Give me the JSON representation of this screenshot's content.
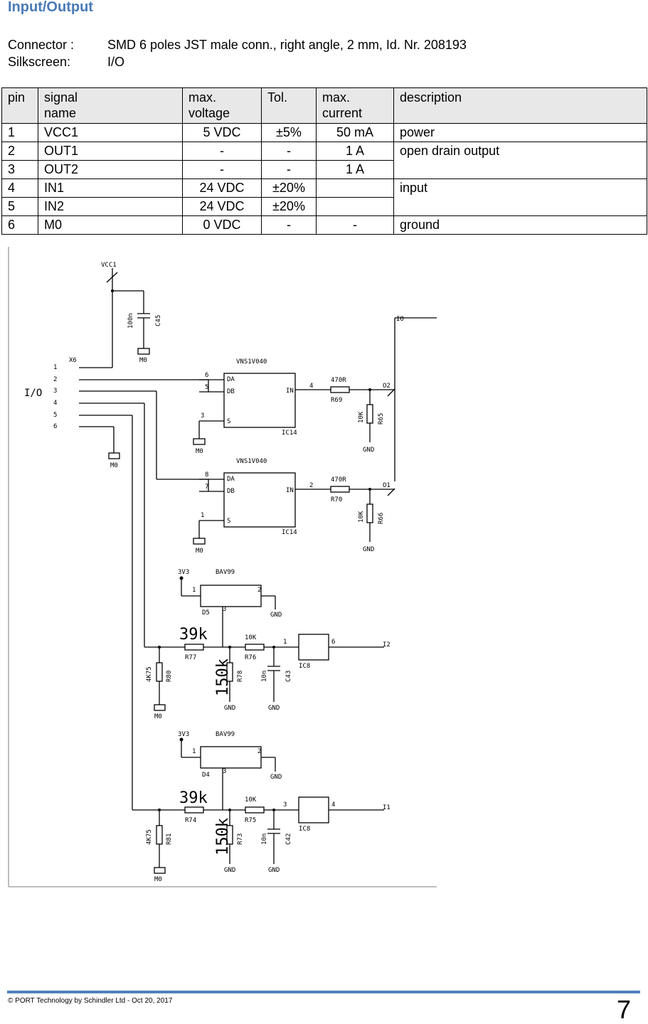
{
  "heading": "Input/Output",
  "connector": {
    "label": "Connector :",
    "value": "SMD 6 poles JST male conn., right angle, 2 mm, Id. Nr. 208193"
  },
  "silkscreen": {
    "label": "Silkscreen:",
    "value": "I/O"
  },
  "table": {
    "headers": {
      "pin": "pin",
      "signal": "signal",
      "signal2": "name",
      "voltage": "max.",
      "voltage2": "voltage",
      "tol": "Tol.",
      "current": "max.",
      "current2": "current",
      "desc": "description"
    },
    "rows": [
      {
        "pin": "1",
        "signal": "VCC1",
        "voltage": "5 VDC",
        "tol": "±5%",
        "current": "50 mA",
        "desc": "power"
      },
      {
        "pin": "2",
        "signal": "OUT1",
        "voltage": "-",
        "tol": "-",
        "current": "1 A",
        "desc": "open drain output"
      },
      {
        "pin": "3",
        "signal": "OUT2",
        "voltage": "-",
        "tol": "-",
        "current": "1 A"
      },
      {
        "pin": "4",
        "signal": "IN1",
        "voltage": "24 VDC",
        "tol": "±20%",
        "current": "",
        "desc": "input"
      },
      {
        "pin": "5",
        "signal": "IN2",
        "voltage": "24 VDC",
        "tol": "±20%",
        "current": ""
      },
      {
        "pin": "6",
        "signal": "M0",
        "voltage": "0 VDC",
        "tol": "-",
        "current": "-",
        "desc": "ground"
      }
    ]
  },
  "schematic": {
    "vcc": "VCC1",
    "cap_value": "100n",
    "cap_c45": "C45",
    "m0": "M0",
    "connector_ref": "X6",
    "io_label": "I/O",
    "pins": [
      "1",
      "2",
      "3",
      "4",
      "5",
      "6"
    ],
    "driver": "VNS1V040",
    "ic14": "IC14",
    "da": "DA",
    "db": "DB",
    "in": "IN",
    "s": "S",
    "drv1_pins": [
      "6",
      "5",
      "3",
      "4"
    ],
    "drv2_pins": [
      "8",
      "7",
      "1",
      "2"
    ],
    "r470": "470R",
    "r69": "R69",
    "r70": "R70",
    "r10k": "10K",
    "r65": "R65",
    "r66": "R66",
    "gnd": "GND",
    "net_o2": "O2",
    "net_o1": "O1",
    "net_io": "IO",
    "net_i2": "I2",
    "net_i1": "I1",
    "v3v3": "3V3",
    "bav99": "BAV99",
    "d5": "D5",
    "d4": "D4",
    "r39k": "39k",
    "r150k": "150k",
    "r4k75": "4K75",
    "r80": "R80",
    "r81": "R81",
    "r77": "R77",
    "r74": "R74",
    "r78": "R78",
    "r73": "R73",
    "r76": "R76",
    "r75": "R75",
    "c10n": "10n",
    "c43": "C43",
    "c42": "C42",
    "ic8": "IC8",
    "p1": "1",
    "p2": "2",
    "p3": "3",
    "p4": "4",
    "p6": "6"
  },
  "footer": {
    "text": "© PORT Technology by Schindler Ltd - Oct 20, 2017",
    "page": "7"
  }
}
